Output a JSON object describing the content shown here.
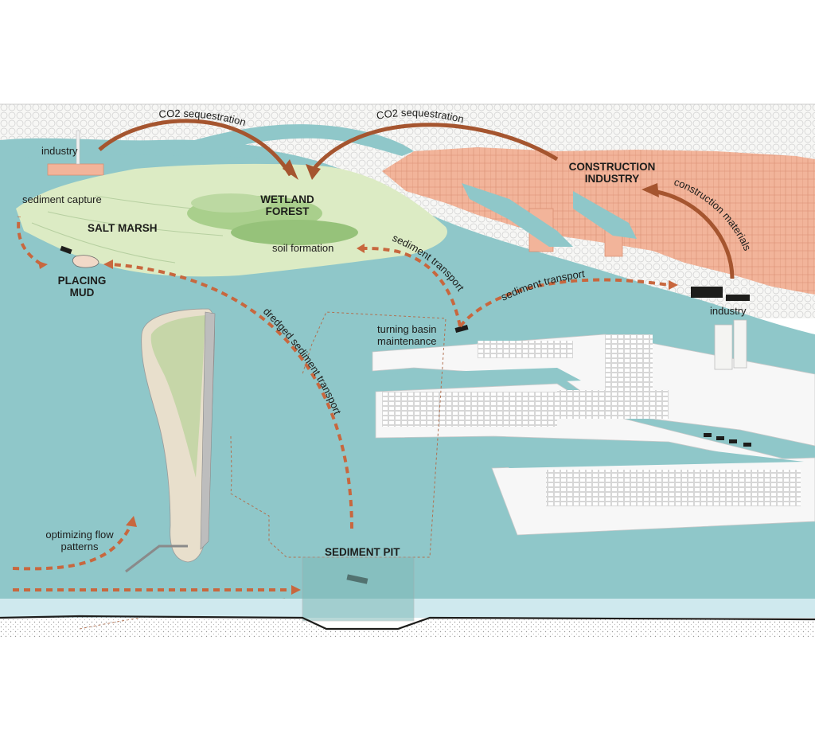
{
  "labels": {
    "industry_left": "industry",
    "sediment_capture": "sediment capture",
    "salt_marsh": "SALT MARSH",
    "wetland_forest_line1": "WETLAND",
    "wetland_forest_line2": "FOREST",
    "soil_formation": "soil formation",
    "placing_mud_line1": "PLACING",
    "placing_mud_line2": "MUD",
    "construction_industry_line1": "CONSTRUCTION",
    "construction_industry_line2": "INDUSTRY",
    "industry_right": "industry",
    "turning_basin_line1": "turning basin",
    "turning_basin_line2": "maintenance",
    "optimizing_flow_line1": "optimizing flow",
    "optimizing_flow_line2": "patterns",
    "sediment_pit": "SEDIMENT PIT"
  },
  "arrows": {
    "co2_left": "CO2 sequestration",
    "co2_right": "CO2 sequestration",
    "sediment_transport_mid": "sediment transport",
    "sediment_transport_right": "sediment transport",
    "construction_materials": "construction materials",
    "dredged_transport": "dredged sediment transport"
  },
  "colors": {
    "water": "#8fc7c9",
    "water_deep": "#7fbcbe",
    "water_light": "#cfe9ee",
    "marsh": "#dcebc4",
    "forest": "#a9cf8c",
    "city": "#f2b49a",
    "arrow_solid": "#a5552f",
    "arrow_dashed": "#c8673e",
    "land": "#f4f4f2",
    "ink": "#1d1d1b"
  }
}
